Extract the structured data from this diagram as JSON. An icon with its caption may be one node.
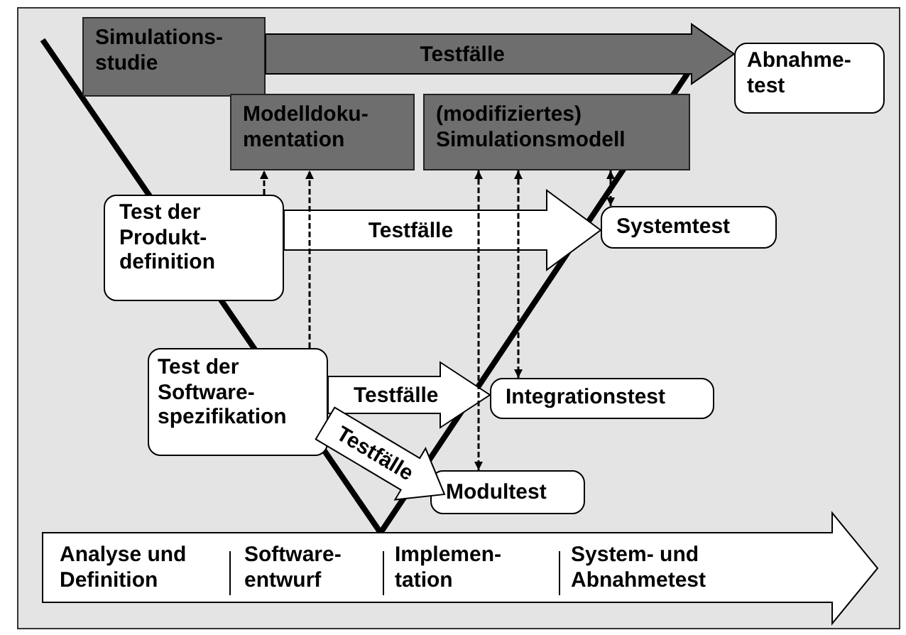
{
  "diagram": {
    "nodes": [
      {
        "text": [
          "Simulations- studie"
        ]
      },
      {
        "text": [
          "Abnahme- test"
        ]
      },
      {
        "text": [
          "Modelldoku- mentation"
        ]
      },
      {
        "text": [
          "(modifiziertes) Simulationsmodell"
        ]
      },
      {
        "text": [
          "Test der Produkt- definition"
        ]
      },
      {
        "text": [
          "Systemtest"
        ]
      },
      {
        "text": [
          "Test der Software- spezifikation"
        ]
      },
      {
        "text": [
          "Integrationstest"
        ]
      },
      {
        "text": [
          "Modultest"
        ]
      },
      {
        "text": [
          "Analyse und Definition",
          "Software- entwurf",
          "Implemen- tation",
          "System- und Abnahmetest"
        ]
      }
    ],
    "edges": [
      {
        "from": 0,
        "to": 1,
        "arrow": "to",
        "label": "Testfälle",
        "style": "thick",
        "color": "#6e6e6e"
      },
      {
        "from": 4,
        "to": 5,
        "arrow": "to",
        "label": "Testfälle",
        "style": "thick"
      },
      {
        "from": 6,
        "to": 7,
        "arrow": "to",
        "label": "Testfälle",
        "style": "thick"
      },
      {
        "from": 6,
        "to": 8,
        "arrow": "to",
        "label": "Testfälle",
        "style": "thick"
      },
      {
        "from": 4,
        "to": 2,
        "arrow": "to",
        "style": "dashed"
      },
      {
        "from": 6,
        "to": 2,
        "arrow": "to",
        "style": "dashed"
      },
      {
        "from": 3,
        "to": 8,
        "arrow": "both",
        "style": "dashed"
      },
      {
        "from": 3,
        "to": 7,
        "arrow": "both",
        "style": "dashed"
      },
      {
        "from": 3,
        "to": 5,
        "arrow": "both",
        "style": "dashed"
      }
    ]
  }
}
